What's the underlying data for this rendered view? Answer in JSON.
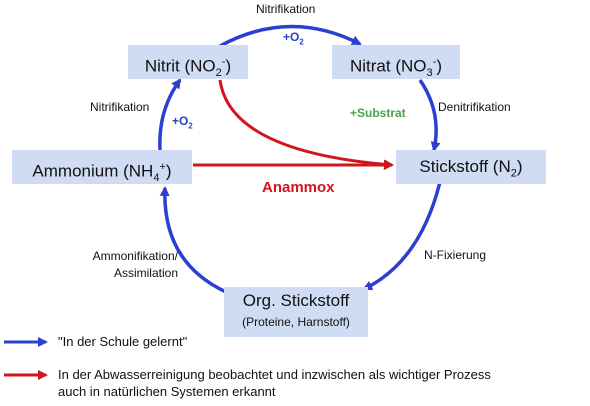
{
  "nodes": {
    "nitrit": {
      "text": "Nitrit (NO",
      "sub": "2",
      "sup": "-",
      "end": ")"
    },
    "nitrat": {
      "text": "Nitrat (NO",
      "sub": "3",
      "sup": "-",
      "end": ")"
    },
    "ammonium": {
      "text": "Ammonium (NH",
      "sub": "4",
      "sup": "+",
      "end": ")"
    },
    "stickstoff": {
      "text": "Stickstoff (N",
      "sub": "2",
      "end": ")"
    },
    "org": {
      "title": "Org. Stickstoff",
      "subtitle": "(Proteine, Harnstoff)"
    }
  },
  "labels": {
    "nitrifikation_top": "Nitrifikation",
    "nitrifikation_left": "Nitrifikation",
    "o2_top": "+O",
    "o2_top_sub": "2",
    "o2_left": "+O",
    "o2_left_sub": "2",
    "substrat": "+Substrat",
    "denitrifikation": "Denitrifikation",
    "anammox": "Anammox",
    "ammonifikation_line1": "Ammonifikation/",
    "ammonifikation_line2": "Assimilation",
    "n_fixierung": "N-Fixierung"
  },
  "legend": {
    "blue_text": "\"In der Schule gelernt\"",
    "red_line1": "In der Abwasserreinigung beobachtet und inzwischen als wichtiger Prozess",
    "red_line2": "auch in natürlichen Systemen erkannt"
  },
  "colors": {
    "blue": "#2b3fd0",
    "red": "#d0161c",
    "green": "#49a24d",
    "box": "#cfdcf3"
  }
}
